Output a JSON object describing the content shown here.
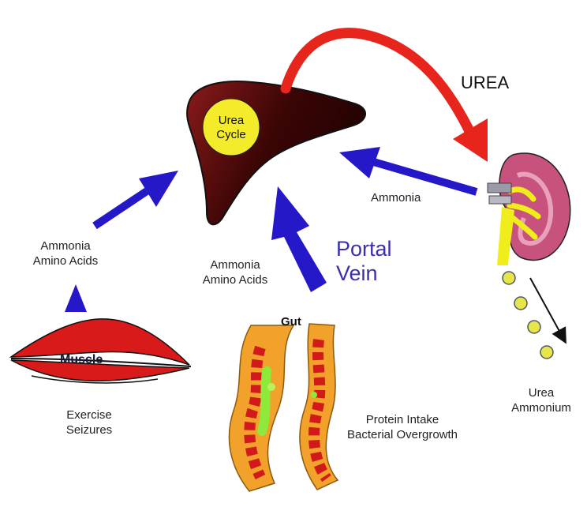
{
  "labels": {
    "urea_title": "UREA",
    "urea_cycle_line1": "Urea",
    "urea_cycle_line2": "Cycle",
    "ammonia_right": "Ammonia",
    "portal_line1": "Portal",
    "portal_line2": "Vein",
    "ammonia_center_line1": "Ammonia",
    "ammonia_center_line2": "Amino Acids",
    "ammonia_left_line1": "Ammonia",
    "ammonia_left_line2": "Amino Acids",
    "muscle": "Muscle",
    "exercise_line1": "Exercise",
    "exercise_line2": "Seizures",
    "gut": "Gut",
    "protein_line1": "Protein Intake",
    "protein_line2": "Bacterial Overgrowth",
    "urea_out_line1": "Urea",
    "urea_out_line2": "Ammonium"
  },
  "colors": {
    "liver_dark": "#2a0303",
    "liver_red": "#7a1414",
    "cycle_yellow": "#f4ec2a",
    "arrow_blue": "#2418c8",
    "arrow_red": "#e8251c",
    "kidney_pink": "#c8527e",
    "ureter_yellow": "#f0ee1a",
    "muscle_red": "#d81a1a",
    "gut_orange": "#f2a12a",
    "gut_red": "#d21a1a"
  }
}
